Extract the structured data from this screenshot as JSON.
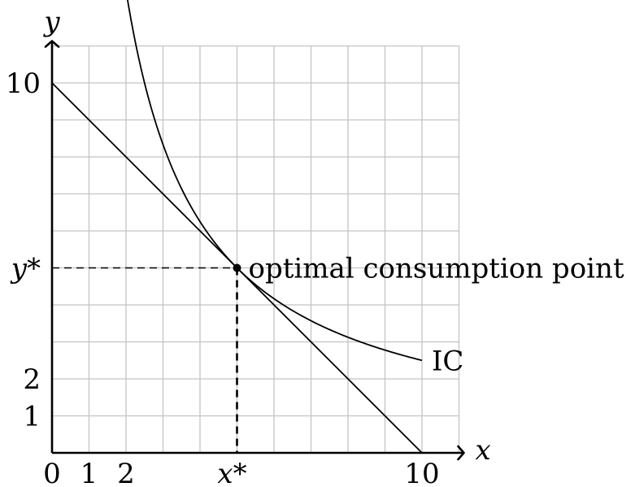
{
  "chart_data": {
    "type": "line",
    "title": "",
    "xlabel": "x",
    "ylabel": "y",
    "xlim": [
      0,
      11
    ],
    "ylim": [
      0,
      11
    ],
    "grid": true,
    "x_ticks": [
      {
        "value": 0,
        "label": "0"
      },
      {
        "value": 1,
        "label": "1"
      },
      {
        "value": 2,
        "label": "2"
      },
      {
        "value": 5,
        "label": "x*"
      },
      {
        "value": 10,
        "label": "10"
      }
    ],
    "y_ticks": [
      {
        "value": 1,
        "label": "1"
      },
      {
        "value": 2,
        "label": "2"
      },
      {
        "value": 5,
        "label": "y*"
      },
      {
        "value": 10,
        "label": "10"
      }
    ],
    "series": [
      {
        "name": "",
        "kind": "budget-line",
        "x": [
          0,
          10
        ],
        "y": [
          10,
          0
        ]
      },
      {
        "name": "IC",
        "kind": "indifference-curve",
        "function": "y = 25 / x",
        "x_range": [
          2,
          10
        ]
      }
    ],
    "optimal_point": {
      "x": 5,
      "y": 5,
      "label": "optimal consumption point"
    }
  }
}
